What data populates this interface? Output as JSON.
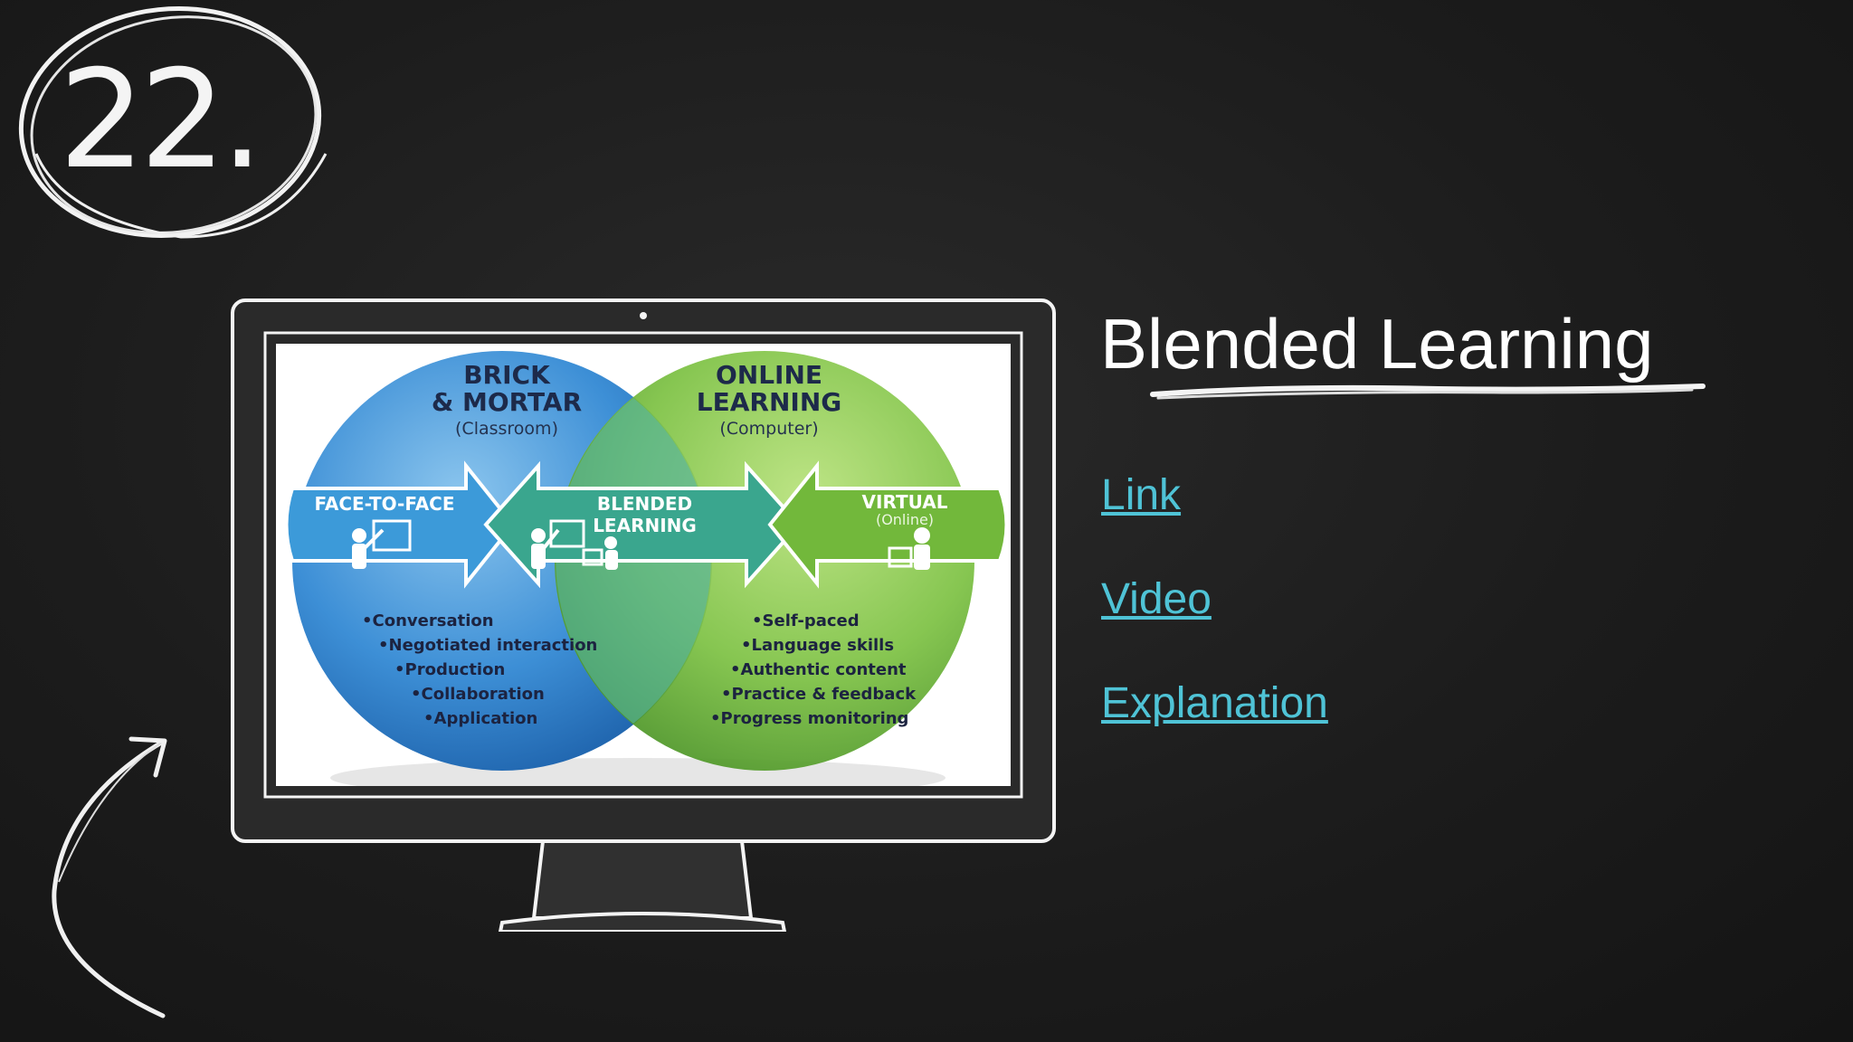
{
  "slide": {
    "number": "22.",
    "title": "Blended Learning",
    "links": [
      {
        "label": "Link"
      },
      {
        "label": "Video"
      },
      {
        "label": "Explanation"
      }
    ]
  },
  "diagram": {
    "left_circle": {
      "title_line1": "BRICK",
      "title_line2": "& MORTAR",
      "subtitle": "(Classroom)",
      "color": "#3d8fd6"
    },
    "right_circle": {
      "title_line1": "ONLINE",
      "title_line2": "LEARNING",
      "subtitle": "(Computer)",
      "color": "#7cc142"
    },
    "arrows": {
      "left": {
        "label": "FACE-TO-FACE",
        "color": "#3c9ad9"
      },
      "center": {
        "label": "BLENDED LEARNING",
        "color": "#3aa68e"
      },
      "right": {
        "label": "VIRTUAL",
        "sublabel": "(Online)",
        "color": "#72b83b"
      }
    },
    "left_bullets": [
      "Conversation",
      "Negotiated interaction",
      "Production",
      "Collaboration",
      "Application"
    ],
    "right_bullets": [
      "Self-paced",
      "Language skills",
      "Authentic content",
      "Practice & feedback",
      "Progress monitoring"
    ]
  },
  "colors": {
    "background": "#1c1c1c",
    "chalk": "#f4f4f4",
    "link": "#4fc3d6"
  }
}
